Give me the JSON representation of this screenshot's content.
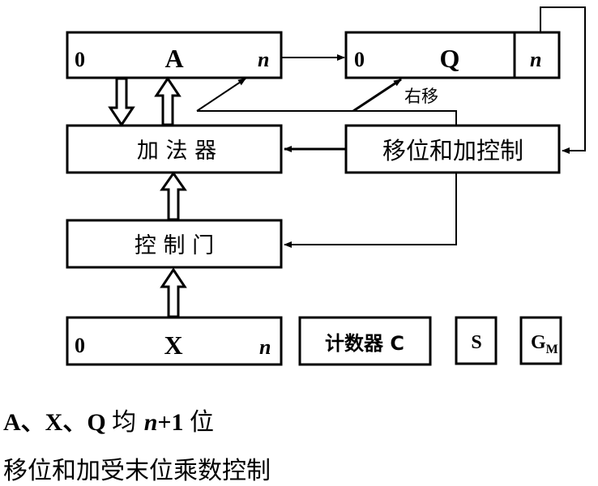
{
  "registers": {
    "A": {
      "left_bit": "0",
      "name": "A",
      "right_bit": "n"
    },
    "Q": {
      "left_bit": "0",
      "name": "Q",
      "right_bit": "n"
    },
    "X": {
      "left_bit": "0",
      "name": "X",
      "right_bit": "n"
    }
  },
  "blocks": {
    "adder": "加 法 器",
    "shift_add_control": "移位和加控制",
    "control_gate": "控 制 门",
    "counter": "计数器 C",
    "S": "S",
    "GM_main": "G",
    "GM_sub": "M"
  },
  "labels": {
    "shift_right": "右移"
  },
  "notes": {
    "line1_prefix": "A、X、Q ",
    "line1_cjk1": "均 ",
    "line1_n": "n",
    "line1_plus": "+1 ",
    "line1_cjk2": "位",
    "line2": "移位和加受末位乘数控制"
  }
}
